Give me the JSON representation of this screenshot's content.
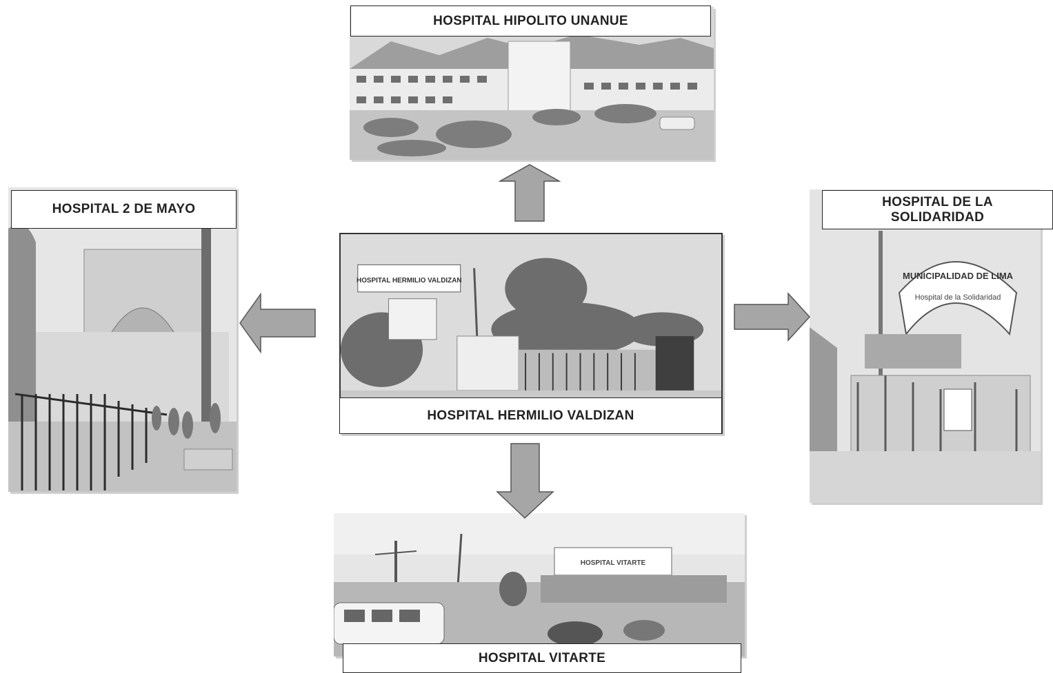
{
  "hospitals": {
    "top": {
      "name": "HOSPITAL HIPOLITO UNANUE"
    },
    "left": {
      "name": "HOSPITAL 2 DE MAYO"
    },
    "right": {
      "name": "HOSPITAL DE LA\nSOLIDARIDAD"
    },
    "center": {
      "name": "HOSPITAL HERMILIO VALDIZAN"
    },
    "bottom": {
      "name": "HOSPITAL VITARTE"
    }
  },
  "photo_signs": {
    "center_sign": "HOSPITAL HERMILIO VALDIZAN",
    "right_banner_1": "MUNICIPALIDAD DE LIMA",
    "right_banner_2": "Hospital de la Solidaridad",
    "bottom_sign": "HOSPITAL VITARTE"
  },
  "colors": {
    "arrow_fill": "#a6a6a6",
    "arrow_stroke": "#555555",
    "label_border": "#222222"
  }
}
